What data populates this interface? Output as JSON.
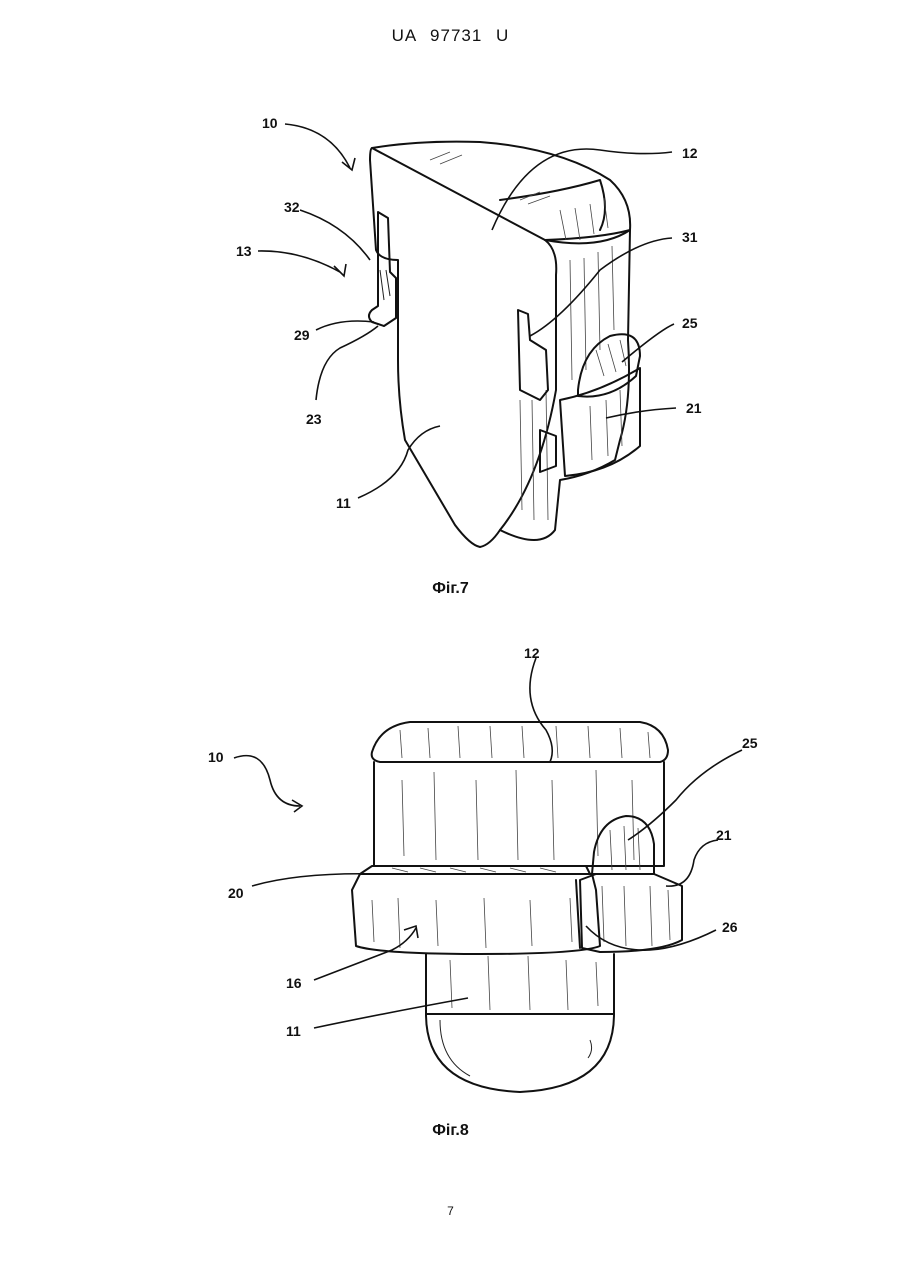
{
  "header": {
    "text": "UA   97731   U"
  },
  "figures": [
    {
      "caption": "Фіг.7",
      "refs": [
        "10",
        "12",
        "32",
        "13",
        "31",
        "25",
        "29",
        "23",
        "21",
        "11"
      ]
    },
    {
      "caption": "Фіг.8",
      "refs": [
        "12",
        "10",
        "25",
        "21",
        "20",
        "26",
        "16",
        "11"
      ]
    }
  ],
  "page_number": "7"
}
